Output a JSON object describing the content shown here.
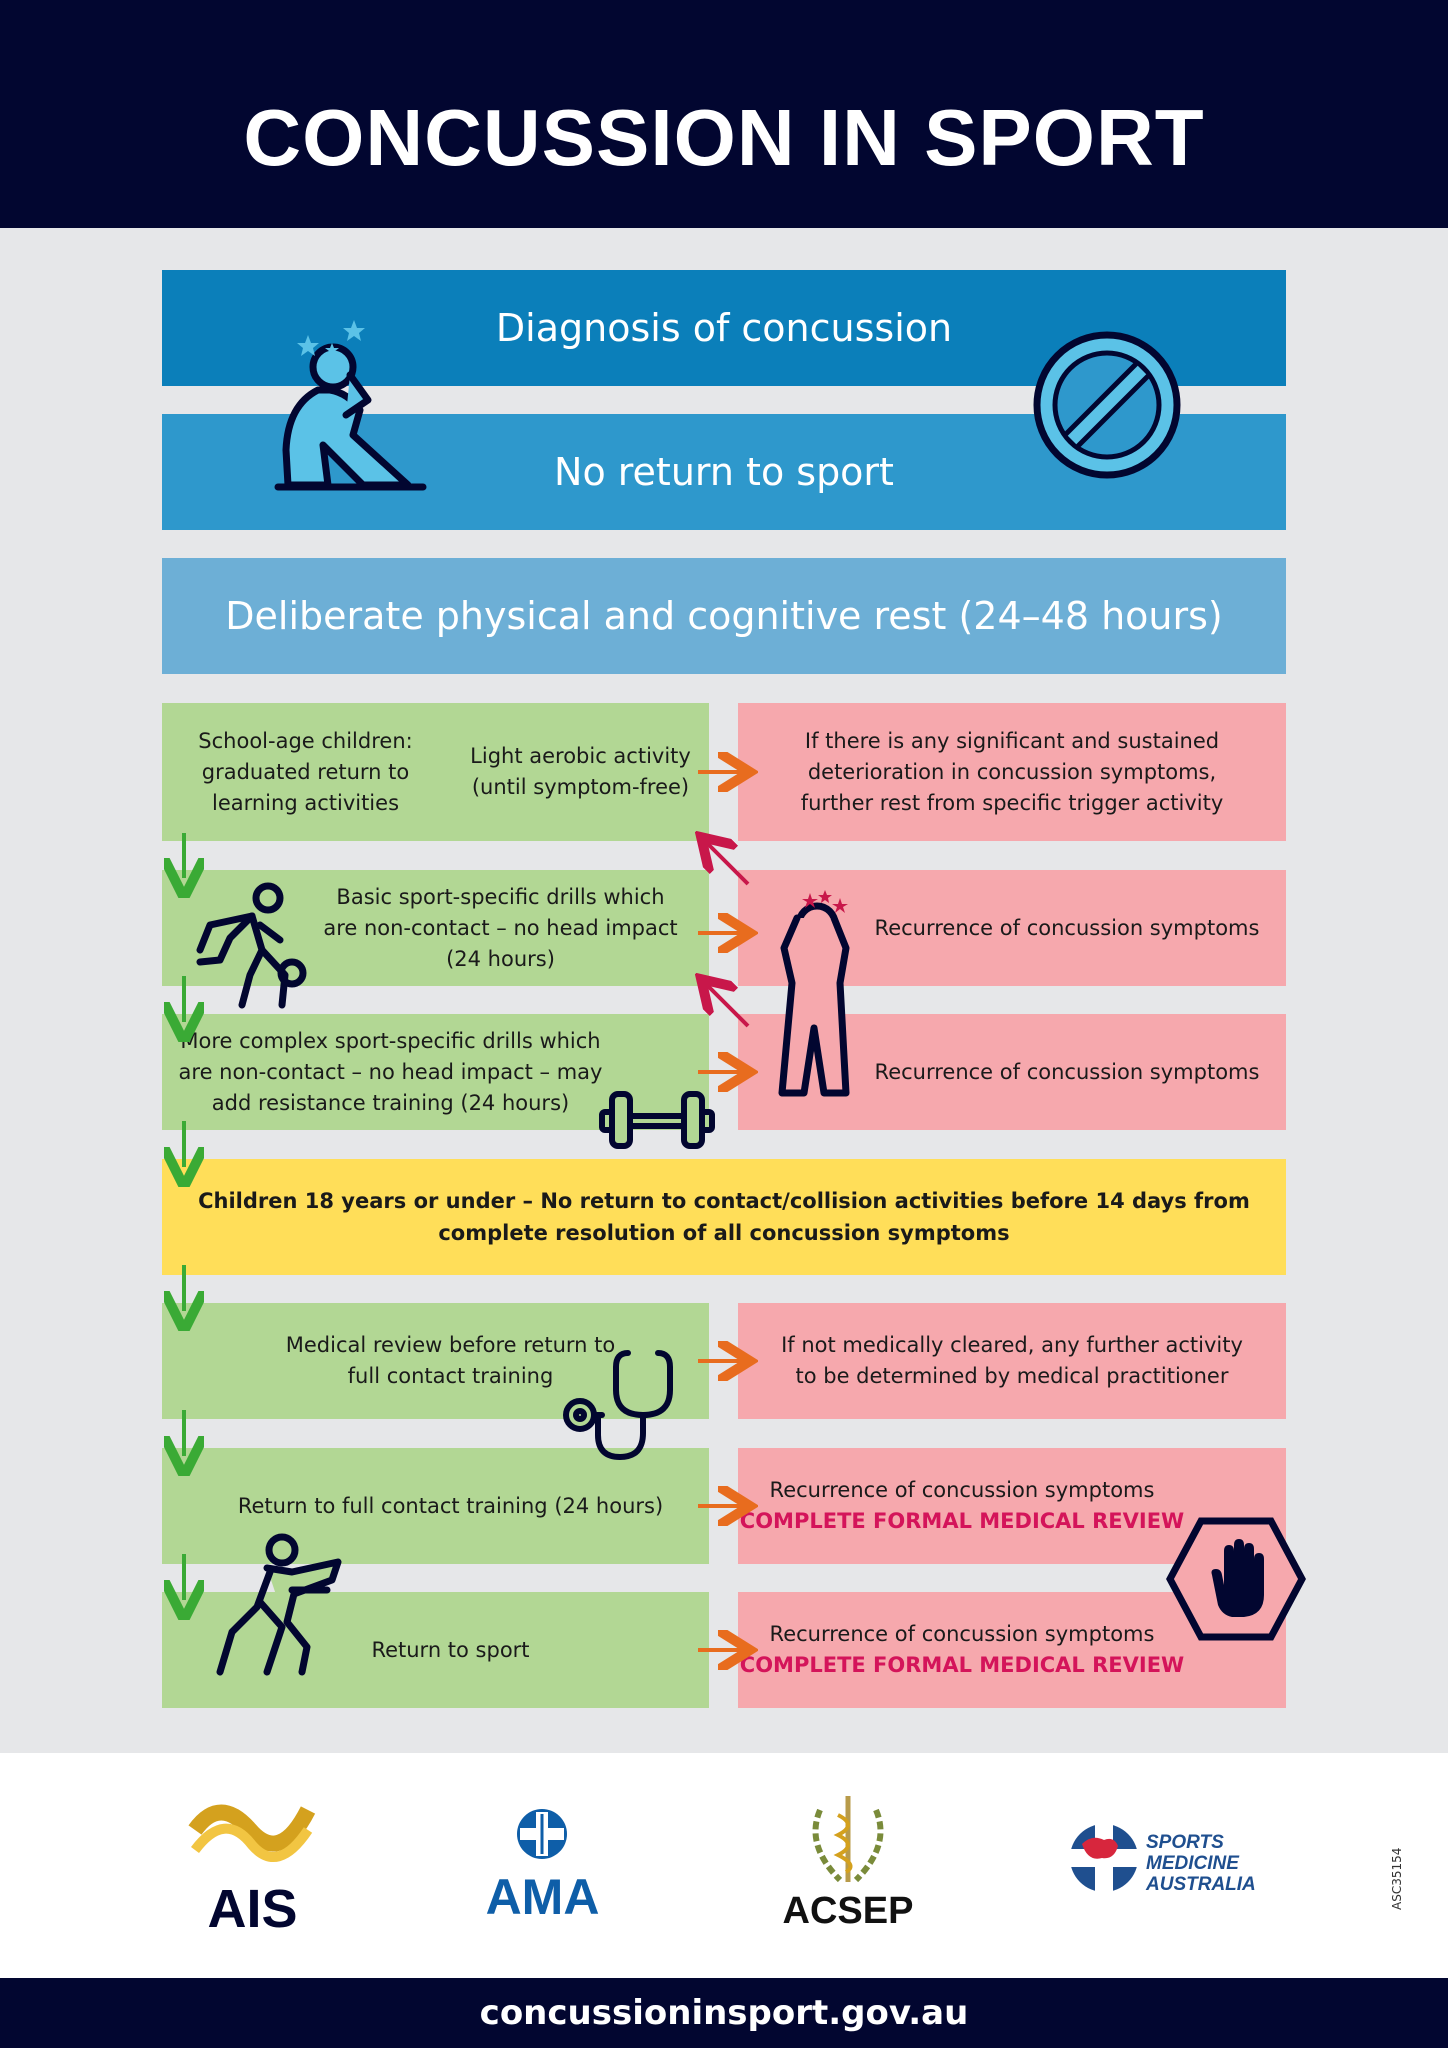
{
  "header": {
    "title": "CONCUSSION IN SPORT"
  },
  "steps": {
    "diagnosis": "Diagnosis of concussion",
    "no_return": "No return to sport",
    "rest": "Deliberate physical and cognitive rest (24–48 hours)"
  },
  "green": {
    "school": [
      "School-age children:",
      "graduated return to",
      "learning activities"
    ],
    "aerobic": [
      "Light aerobic activity",
      "(until symptom-free)"
    ],
    "basic_drills": [
      "Basic sport-specific drills which",
      "are non-contact – no head impact",
      "(24 hours)"
    ],
    "complex_drills": [
      "More complex sport-specific drills which",
      "are non-contact – no head impact – may",
      "add resistance training (24 hours)"
    ],
    "medical_review": [
      "Medical review before return to",
      "full contact training"
    ],
    "full_contact": "Return to full contact training (24 hours)",
    "return_sport": "Return to sport"
  },
  "yellow": [
    "Children 18 years or under – No return to contact/collision activities before 14 days from",
    "complete resolution of all concussion symptoms"
  ],
  "pink": {
    "deterioration": [
      "If there is any significant and sustained",
      "deterioration in concussion symptoms,",
      "further rest from specific trigger activity"
    ],
    "recurrence_1": "Recurrence of concussion symptoms",
    "recurrence_2": "Recurrence of concussion symptoms",
    "not_cleared": [
      "If not medically cleared, any further activity",
      "to be determined by medical practitioner"
    ],
    "recurrence_3": "Recurrence of concussion symptoms",
    "review_3": "COMPLETE FORMAL MEDICAL REVIEW",
    "recurrence_4": "Recurrence of concussion symptoms",
    "review_4": "COMPLETE FORMAL MEDICAL REVIEW"
  },
  "logos": {
    "ais": "AIS",
    "ama": "AMA",
    "acsep": "ACSEP",
    "sma": [
      "SPORTS",
      "MEDICINE",
      "AUSTRALIA"
    ]
  },
  "footer": {
    "url": "concussioninsport.gov.au",
    "code": "ASC35154"
  },
  "colors": {
    "navy": "#020630",
    "blue_dark": "#0b7fba",
    "blue_mid": "#2e98cc",
    "blue_light": "#6dafd6",
    "green": "#b2d794",
    "pink": "#f6a8ad",
    "yellow": "#ffde59",
    "arrow_green": "#3aaa35",
    "arrow_orange": "#e86c1e",
    "arrow_red": "#c8174a",
    "review_red": "#d4145a"
  },
  "icons": [
    "concussed-person-icon",
    "no-entry-icon",
    "basketball-player-icon",
    "dizzy-person-icon",
    "dumbbell-icon",
    "stethoscope-icon",
    "runner-icon",
    "stop-hand-icon"
  ]
}
